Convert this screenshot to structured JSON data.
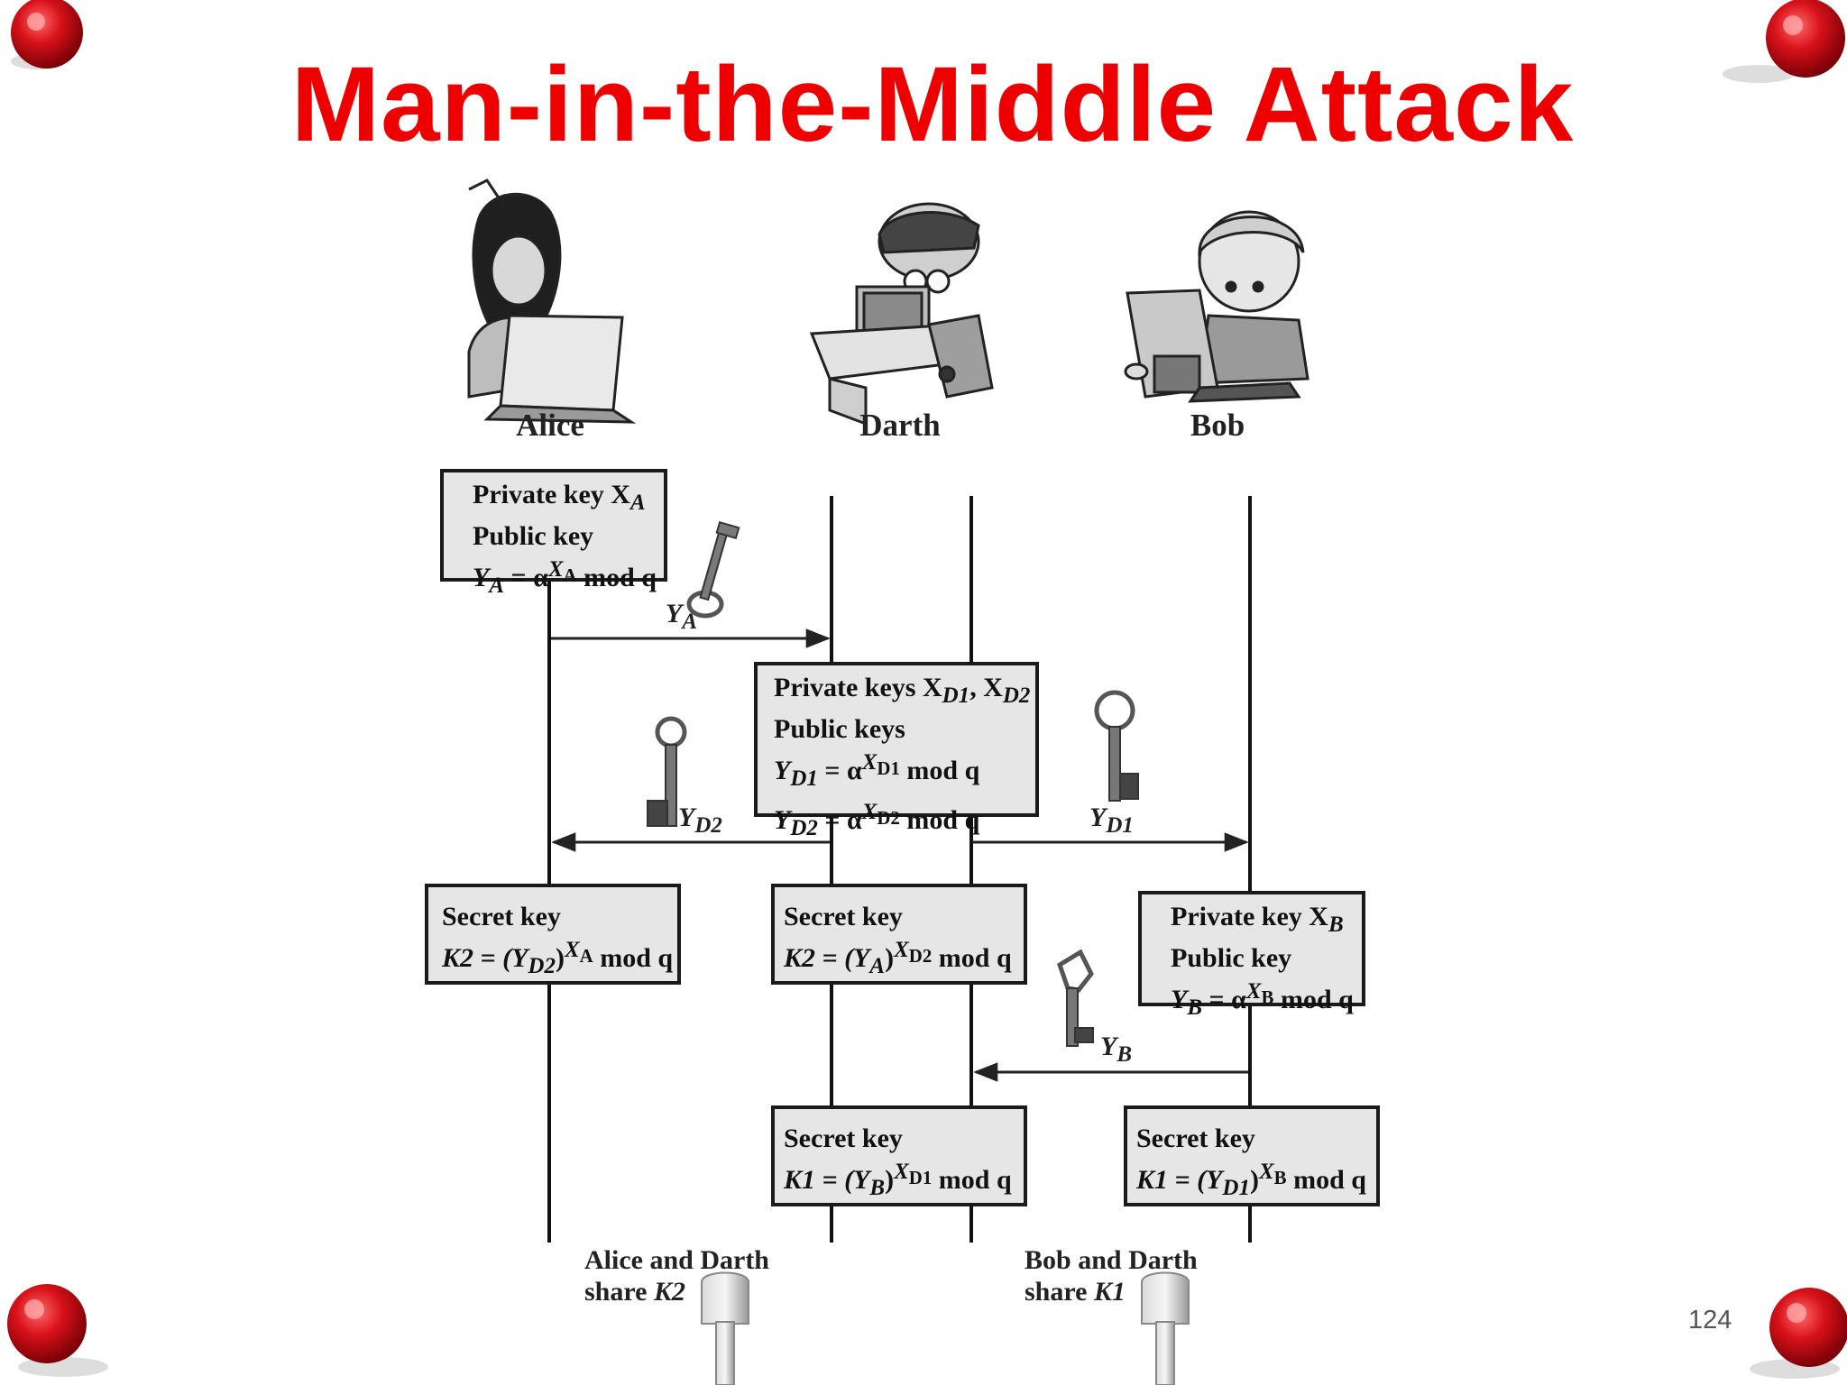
{
  "slide": {
    "title": "Man-in-the-Middle Attack",
    "page_number": "124"
  },
  "participants": {
    "alice": "Alice",
    "darth": "Darth",
    "bob": "Bob"
  },
  "boxes": {
    "alice_keys": {
      "l1": "Private key X",
      "l1_sub": "A",
      "l2": "Public key",
      "l3a": "Y",
      "l3_sub": "A",
      "l3b": " = α",
      "l3_sup": "X",
      "l3_supsub": "A",
      "l3c": " mod q"
    },
    "darth_keys": {
      "l1": "Private keys X",
      "l1_sub1": "D1",
      "l1_mid": ", X",
      "l1_sub2": "D2",
      "l2": "Public keys",
      "l3a": "Y",
      "l3_sub": "D1",
      "l3b": " = α",
      "l3_sup": "X",
      "l3_supsub": "D1",
      "l3c": " mod q",
      "l4a": "Y",
      "l4_sub": "D2",
      "l4b": " = α",
      "l4_sup": "X",
      "l4_supsub": "D2",
      "l4c": " mod q"
    },
    "alice_secret": {
      "l1": "Secret key",
      "l2a": "K2 = (Y",
      "l2_sub": "D2",
      "l2b": ")",
      "l2_sup": "X",
      "l2_supsub": "A",
      "l2c": " mod q"
    },
    "darth_secret_k2": {
      "l1": "Secret key",
      "l2a": "K2 = (Y",
      "l2_sub": "A",
      "l2b": ")",
      "l2_sup": "X",
      "l2_supsub": "D2",
      "l2c": " mod q"
    },
    "bob_keys": {
      "l1": "Private key X",
      "l1_sub": "B",
      "l2": "Public key",
      "l3a": "Y",
      "l3_sub": "B",
      "l3b": " = α",
      "l3_sup": "X",
      "l3_supsub": "B",
      "l3c": " mod q"
    },
    "darth_secret_k1": {
      "l1": "Secret key",
      "l2a": "K1 = (Y",
      "l2_sub": "B",
      "l2b": ")",
      "l2_sup": "X",
      "l2_supsub": "D1",
      "l2c": " mod q"
    },
    "bob_secret": {
      "l1": "Secret key",
      "l2a": "K1 = (Y",
      "l2_sub": "D1",
      "l2b": ")",
      "l2_sup": "X",
      "l2_supsub": "B",
      "l2c": " mod q"
    }
  },
  "messages": {
    "ya": {
      "base": "Y",
      "sub": "A"
    },
    "yd2": {
      "base": "Y",
      "sub": "D2"
    },
    "yd1": {
      "base": "Y",
      "sub": "D1"
    },
    "yb": {
      "base": "Y",
      "sub": "B"
    }
  },
  "shares": {
    "alice_darth": {
      "l1": "Alice and Darth",
      "l2": "share ",
      "key": "K2"
    },
    "bob_darth": {
      "l1": "Bob and Darth",
      "l2": "share ",
      "key": "K1"
    }
  },
  "colors": {
    "title": "#ee0000",
    "pin": "#cc1111",
    "box_fill": "#e6e6e6"
  },
  "icons": [
    "pushpin-icon",
    "person-laptop-icon",
    "person-computer-icon",
    "key-icon"
  ]
}
